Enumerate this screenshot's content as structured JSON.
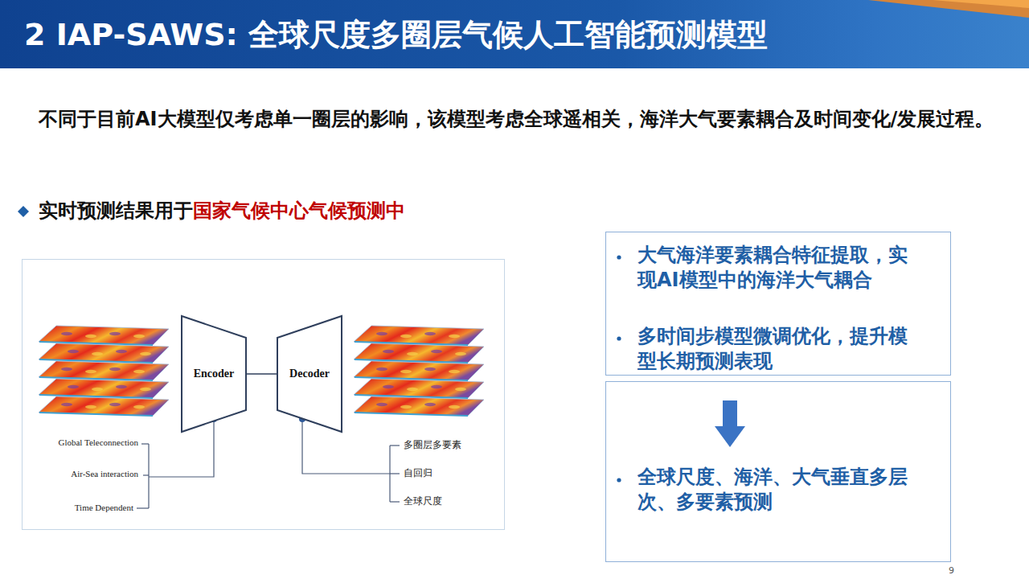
{
  "diagram": {
    "title": "2 IAP-SAWS: 全球尺度多圈层气候人工智能预测模型",
    "nodes": [
      {
        "text": [
          "Encoder"
        ]
      },
      {
        "text": [
          "Decoder"
        ]
      },
      {
        "text": [
          "大气海洋要素耦合特征提取，实现AI模型中的海洋大气耦合",
          "多时间步模型微调优化，提升模型长期预测表现"
        ]
      },
      {
        "text": [
          "全球尺度、海洋、大气垂直多层次、多要素预测"
        ]
      }
    ],
    "edges": [
      {
        "from": 0,
        "to": 1,
        "arrow": "none"
      }
    ],
    "labels": [
      "不同于目前AI大模型仅考虑单一圈层的影响，该模型考虑全球遥相关，海洋大气要素耦合及时间变化/发展过程。",
      "实时预测结果用于",
      "国家气候中心气候预测中",
      "Global Teleconnection",
      "Air-Sea interaction",
      "Time Dependent",
      "多圈层多要素",
      "自回归",
      "全球尺度",
      "9"
    ]
  }
}
